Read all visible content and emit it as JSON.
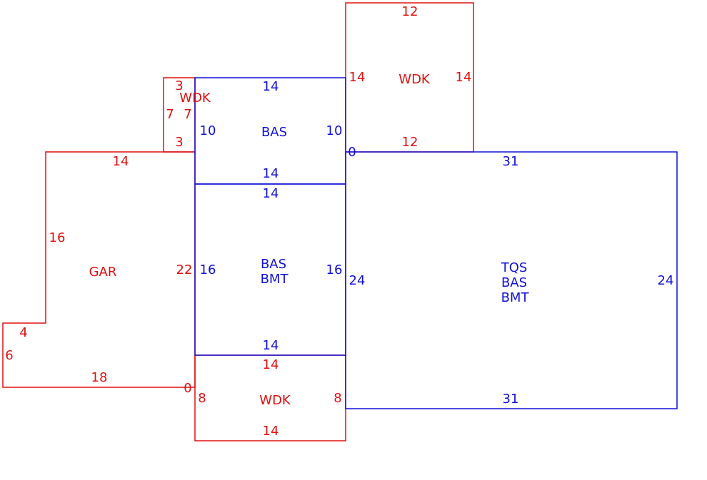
{
  "colors": {
    "red": "#e01010",
    "blue": "#1010d8"
  },
  "areas": {
    "wdk_top": {
      "label": "WDK",
      "dims": {
        "top": "12",
        "left": "14",
        "right": "14",
        "bottom": "12"
      }
    },
    "wdk_small": {
      "label": "WDK",
      "dims": {
        "top": "3",
        "left": "7",
        "right": "7",
        "bottom": "3"
      }
    },
    "bas_top": {
      "label": "BAS",
      "dims": {
        "top": "14",
        "left": "10",
        "right": "10",
        "bottom": "14",
        "corner": "0"
      }
    },
    "gar": {
      "label": "GAR",
      "dims": {
        "top": "14",
        "left": "16",
        "step": "4",
        "left_low": "6",
        "bottom": "18",
        "right": "22",
        "corner": "0"
      }
    },
    "bas_bmt": {
      "label_line1": "BAS",
      "label_line2": "BMT",
      "dims": {
        "top": "14",
        "left": "16",
        "right": "16",
        "bottom": "14"
      }
    },
    "tqs": {
      "label_line1": "TQS",
      "label_line2": "BAS",
      "label_line3": "BMT",
      "dims": {
        "top": "31",
        "left": "24",
        "right": "24",
        "bottom": "31"
      }
    },
    "wdk_bottom": {
      "label": "WDK",
      "dims": {
        "top": "14",
        "left": "8",
        "right": "8",
        "bottom": "14"
      }
    }
  }
}
